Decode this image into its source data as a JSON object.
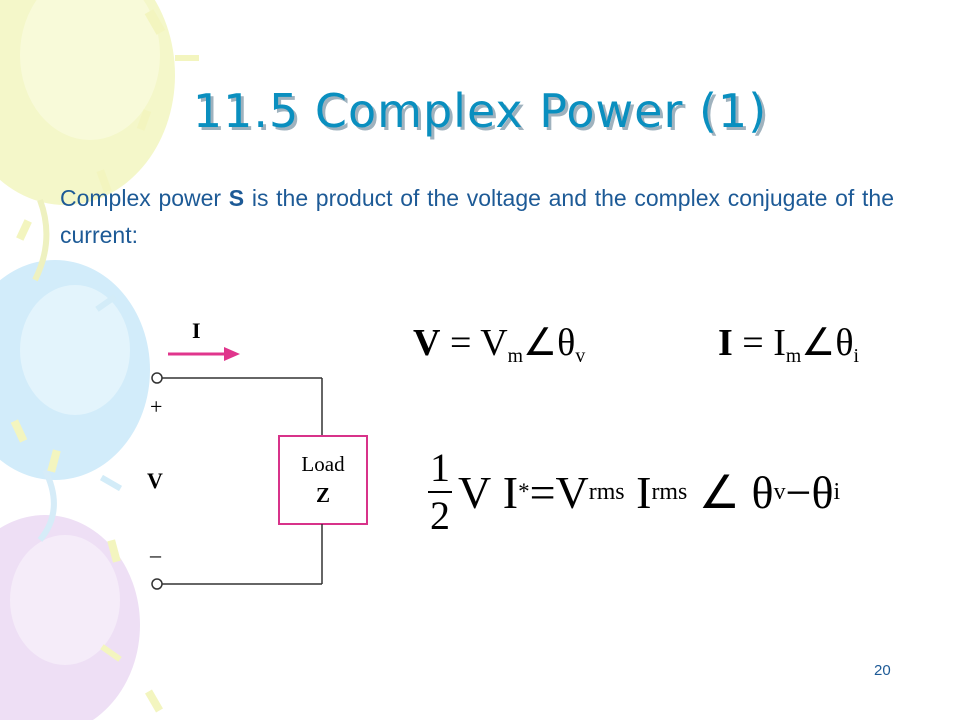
{
  "slide": {
    "title": "11.5 Complex Power (1)",
    "body_part1": "Complex power ",
    "body_bold": "S",
    "body_part2": " is the product of the voltage and the complex conjugate of the current:",
    "page_number": "20"
  },
  "circuit": {
    "current_label": "I",
    "plus_label": "+",
    "voltage_label": "V",
    "minus_label": "–",
    "load_label": "Load",
    "impedance_label": "Z",
    "arrow_color": "#e0358c",
    "load_box_color": "#d8338a"
  },
  "equations": {
    "voltage": {
      "lhs": "V",
      "eq": " = ",
      "mag": "V",
      "mag_sub": "m",
      "angle": "∠",
      "theta": "θ",
      "theta_sub": "v"
    },
    "current": {
      "lhs": "I",
      "eq": " = ",
      "mag": "I",
      "mag_sub": "m",
      "angle": "∠",
      "theta": "θ",
      "theta_sub": "i"
    },
    "power": {
      "num": "1",
      "den": "2",
      "v": "V",
      "i": "I",
      "conj": "*",
      "eq": " = ",
      "vrms": "V",
      "vrms_sub": "rms",
      "irms": "I",
      "irms_sub": "rms",
      "angle": "∠",
      "theta_v": "θ",
      "theta_v_sub": "v",
      "minus": " − ",
      "theta_i": "θ",
      "theta_i_sub": "i"
    }
  },
  "colors": {
    "title": "#0a8fbf",
    "body_text": "#1d5a96",
    "background": "#ffffff"
  },
  "decorations": [
    "balloon-yellow",
    "balloon-blue",
    "balloon-purple",
    "confetti"
  ]
}
